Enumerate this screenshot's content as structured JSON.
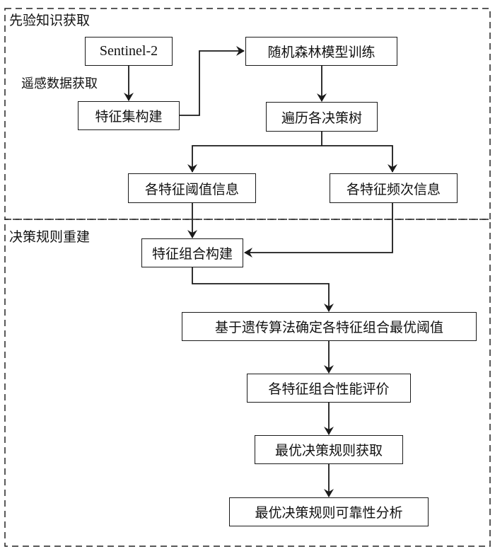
{
  "sections": {
    "prior_knowledge": "先验知识获取",
    "rule_reconstruction": "决策规则重建"
  },
  "nodes": {
    "sentinel": "Sentinel-2",
    "feature_set": "特征集构建",
    "rf_training": "随机森林模型训练",
    "traverse_trees": "遍历各决策树",
    "threshold_info": "各特征阈值信息",
    "frequency_info": "各特征频次信息",
    "combination_build": "特征组合构建",
    "ga_threshold": "基于遗传算法确定各特征组合最优阈值",
    "performance_eval": "各特征组合性能评价",
    "best_rule": "最优决策规则获取",
    "reliability": "最优决策规则可靠性分析"
  },
  "edge_labels": {
    "remote_sensing": "遥感数据获取"
  },
  "colors": {
    "line": "#1a1a1a",
    "background": "#ffffff"
  }
}
